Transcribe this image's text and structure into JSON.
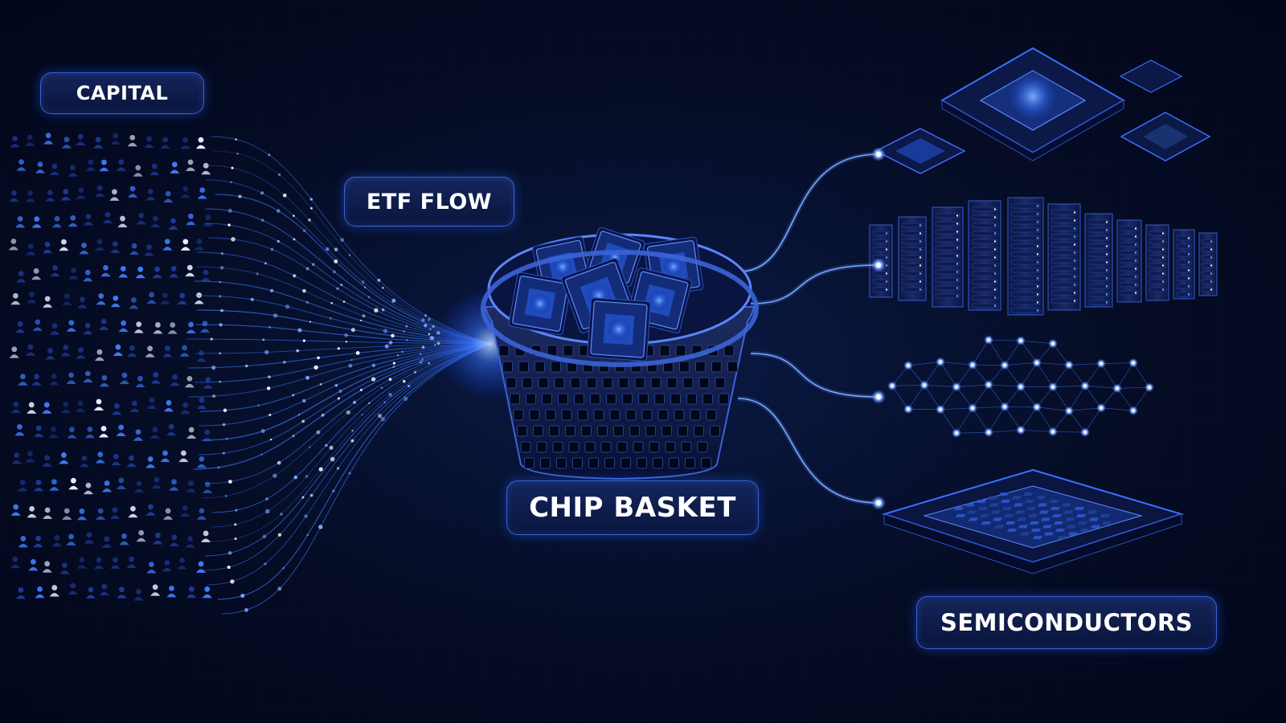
{
  "labels": {
    "capital": "CAPITAL",
    "etf_flow": "ETF FLOW",
    "chip_basket": "CHIP BASKET",
    "semiconductors": "SEMICONDUCTORS"
  },
  "colors": {
    "background": "#050c24",
    "accent": "#2f6bff",
    "glow": "#6fa3ff",
    "label_text": "#ffffff"
  },
  "icons": [
    "investor-icon",
    "basket-icon",
    "microchip-icon",
    "server-rack-icon",
    "network-mesh-icon",
    "semiconductor-wafer-icon"
  ]
}
